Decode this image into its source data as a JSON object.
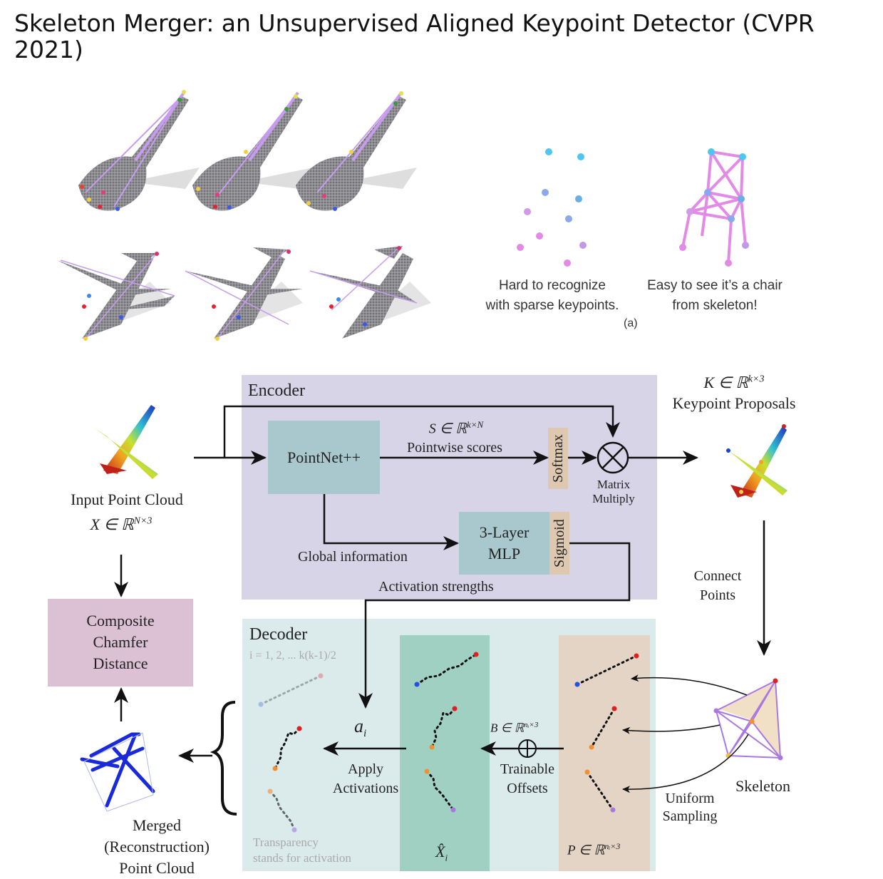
{
  "title": "Skeleton Merger: an Unsupervised Aligned Keypoint Detector (CVPR 2021)",
  "teaser": {
    "hard_caption": [
      "Hard to recognize",
      "with sparse keypoints."
    ],
    "easy_caption": [
      "Easy to see it’s a chair",
      "from skeleton!"
    ],
    "panel_tag": "(a)"
  },
  "encoder": {
    "title": "Encoder",
    "pointnet": "PointNet++",
    "scores_math": "S ∈ ℝ",
    "scores_sup": "k×N",
    "scores_label": "Pointwise scores",
    "softmax": "Softmax",
    "mlp": [
      "3-Layer",
      "MLP"
    ],
    "sigmoid": "Sigmoid",
    "global_info": "Global information",
    "activation_strengths": "Activation strengths",
    "matmul": [
      "Matrix",
      "Multiply"
    ]
  },
  "input": {
    "label": "Input Point Cloud",
    "math": "X ∈ ℝ",
    "sup": "N×3"
  },
  "keypoints": {
    "math": "K ∈ ℝ",
    "sup": "k×3",
    "label": "Keypoint Proposals"
  },
  "connect_points": [
    "Connect",
    "Points"
  ],
  "chamfer": [
    "Composite",
    "Chamfer",
    "Distance"
  ],
  "decoder": {
    "title": "Decoder",
    "index_note": "i = 1, 2, ... k(k-1)/2",
    "a_i": "a",
    "a_sub": "i",
    "apply": [
      "Apply",
      "Activations"
    ],
    "b_math": "B",
    "b_rest": " ∈ ℝ",
    "b_sup": "nᵢ×3",
    "trainable": [
      "Trainable",
      "Offsets"
    ],
    "x_hat": "X̂",
    "x_sub": "i",
    "p_math": "P",
    "p_rest": " ∈ ℝ",
    "p_sup": "nᵢ×3",
    "transparency": [
      "Transparency",
      "stands for activation"
    ]
  },
  "skeleton_label": "Skeleton",
  "uniform_sampling": [
    "Uniform",
    "Sampling"
  ],
  "merged": [
    "Merged",
    "(Reconstruction)",
    "Point Cloud"
  ],
  "colors": {
    "encoder_bg": "#d8d4e8",
    "decoder_bg": "#dbeaea",
    "pointnet": "#a9c8ce",
    "softmax": "#dfc8b0",
    "chamfer": "#dcc0d4",
    "xhat_col": "#9fd0c2",
    "p_col": "#e3d4c5",
    "skeleton_purple": "#a878e0",
    "keypoint_pink": "#e28ae6",
    "keypoint_blue": "#4dc6f0"
  }
}
